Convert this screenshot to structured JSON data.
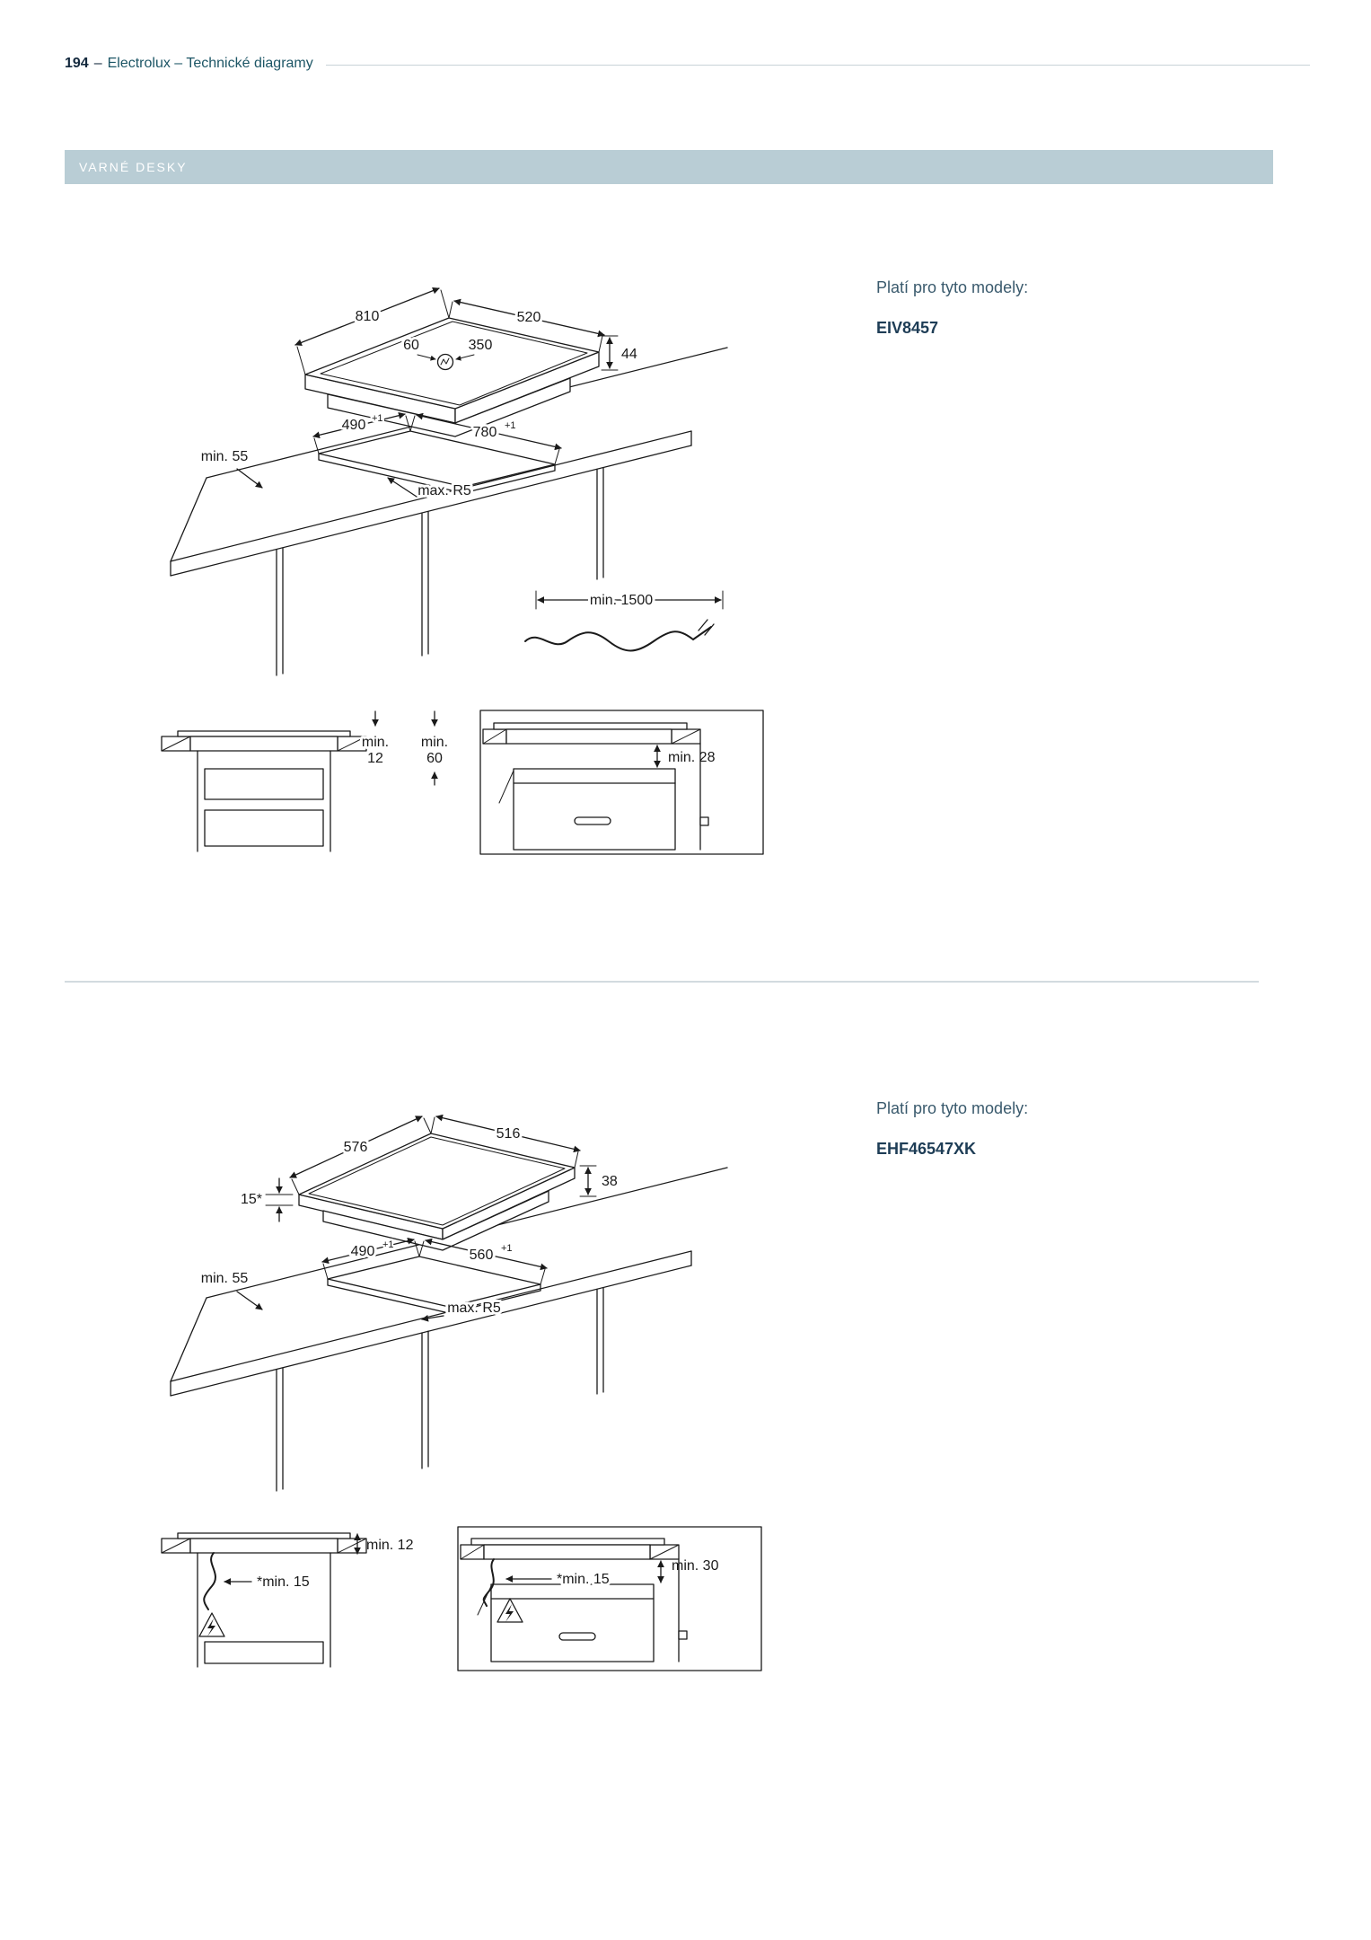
{
  "page": {
    "number": "194",
    "dash": "–",
    "title": "Electrolux – Technické diagramy",
    "section": "VARNÉ DESKY"
  },
  "block1": {
    "applies": "Platí pro tyto modely:",
    "model": "EIV8457",
    "hob": {
      "width": "810",
      "depth": "520",
      "zone_offset": "60",
      "zone_diameter": "350",
      "height": "44"
    },
    "cutout": {
      "side_clearance": "min. 55",
      "depth": "490",
      "depth_tol": "+1",
      "width": "780",
      "width_tol": "+1",
      "corner_radius": "max. R5"
    },
    "cable": {
      "length": "min. 1500"
    },
    "clearances": {
      "gap1_line1": "min.",
      "gap1_line2": "12",
      "gap2_line1": "min.",
      "gap2_line2": "60",
      "oven_gap": "min. 28"
    }
  },
  "block2": {
    "applies": "Platí pro tyto modely:",
    "model": "EHF46547XK",
    "hob": {
      "width": "576",
      "depth": "516",
      "frame_height": "15*",
      "height": "38"
    },
    "cutout": {
      "side_clearance": "min. 55",
      "depth": "490",
      "depth_tol": "+1",
      "width": "560",
      "width_tol": "+1",
      "corner_radius": "max. R5"
    },
    "clearances": {
      "gap_top": "min. 12",
      "gap_side": "*min. 15",
      "oven_gap": "min. 30",
      "oven_side": "*min. 15"
    }
  }
}
